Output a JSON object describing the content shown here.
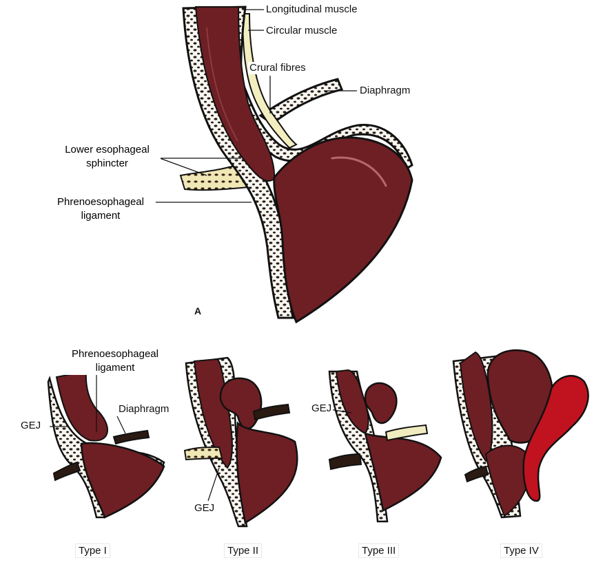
{
  "main_figure": {
    "panel_letter": "A",
    "labels": {
      "longitudinal_muscle": "Longitudinal muscle",
      "circular_muscle": "Circular muscle",
      "crural_fibres": "Crural fibres",
      "diaphragm": "Diaphragm",
      "les_line1": "Lower esophageal",
      "les_line2": "sphincter",
      "pel_line1": "Phrenoesophageal",
      "pel_line2": "ligament"
    }
  },
  "types": [
    {
      "title": "Type I",
      "labels": {
        "pel_line1": "Phrenoesophageal",
        "pel_line2": "ligament",
        "gej": "GEJ",
        "diaphragm": "Diaphragm"
      }
    },
    {
      "title": "Type II",
      "labels": {
        "gej": "GEJ"
      }
    },
    {
      "title": "Type III",
      "labels": {
        "gej": "GEJ"
      }
    },
    {
      "title": "Type IV",
      "labels": {}
    }
  ],
  "colors": {
    "tissue": "#6e1f24",
    "tissue_highlight": "#8a3b3e",
    "membrane": "#f3efc6",
    "dots": "#3a2214",
    "outline": "#111111",
    "herniated_organ": "#c1121f"
  }
}
